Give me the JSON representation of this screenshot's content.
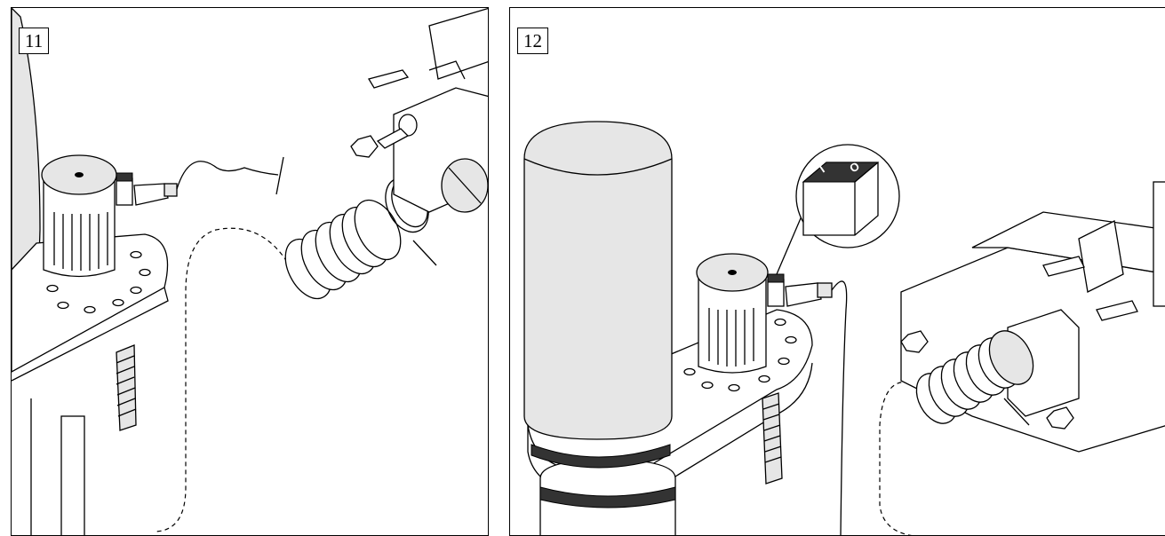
{
  "panels": [
    {
      "step": "11"
    },
    {
      "step": "12"
    }
  ],
  "switch_labels": {
    "on": "I",
    "off": "O"
  }
}
